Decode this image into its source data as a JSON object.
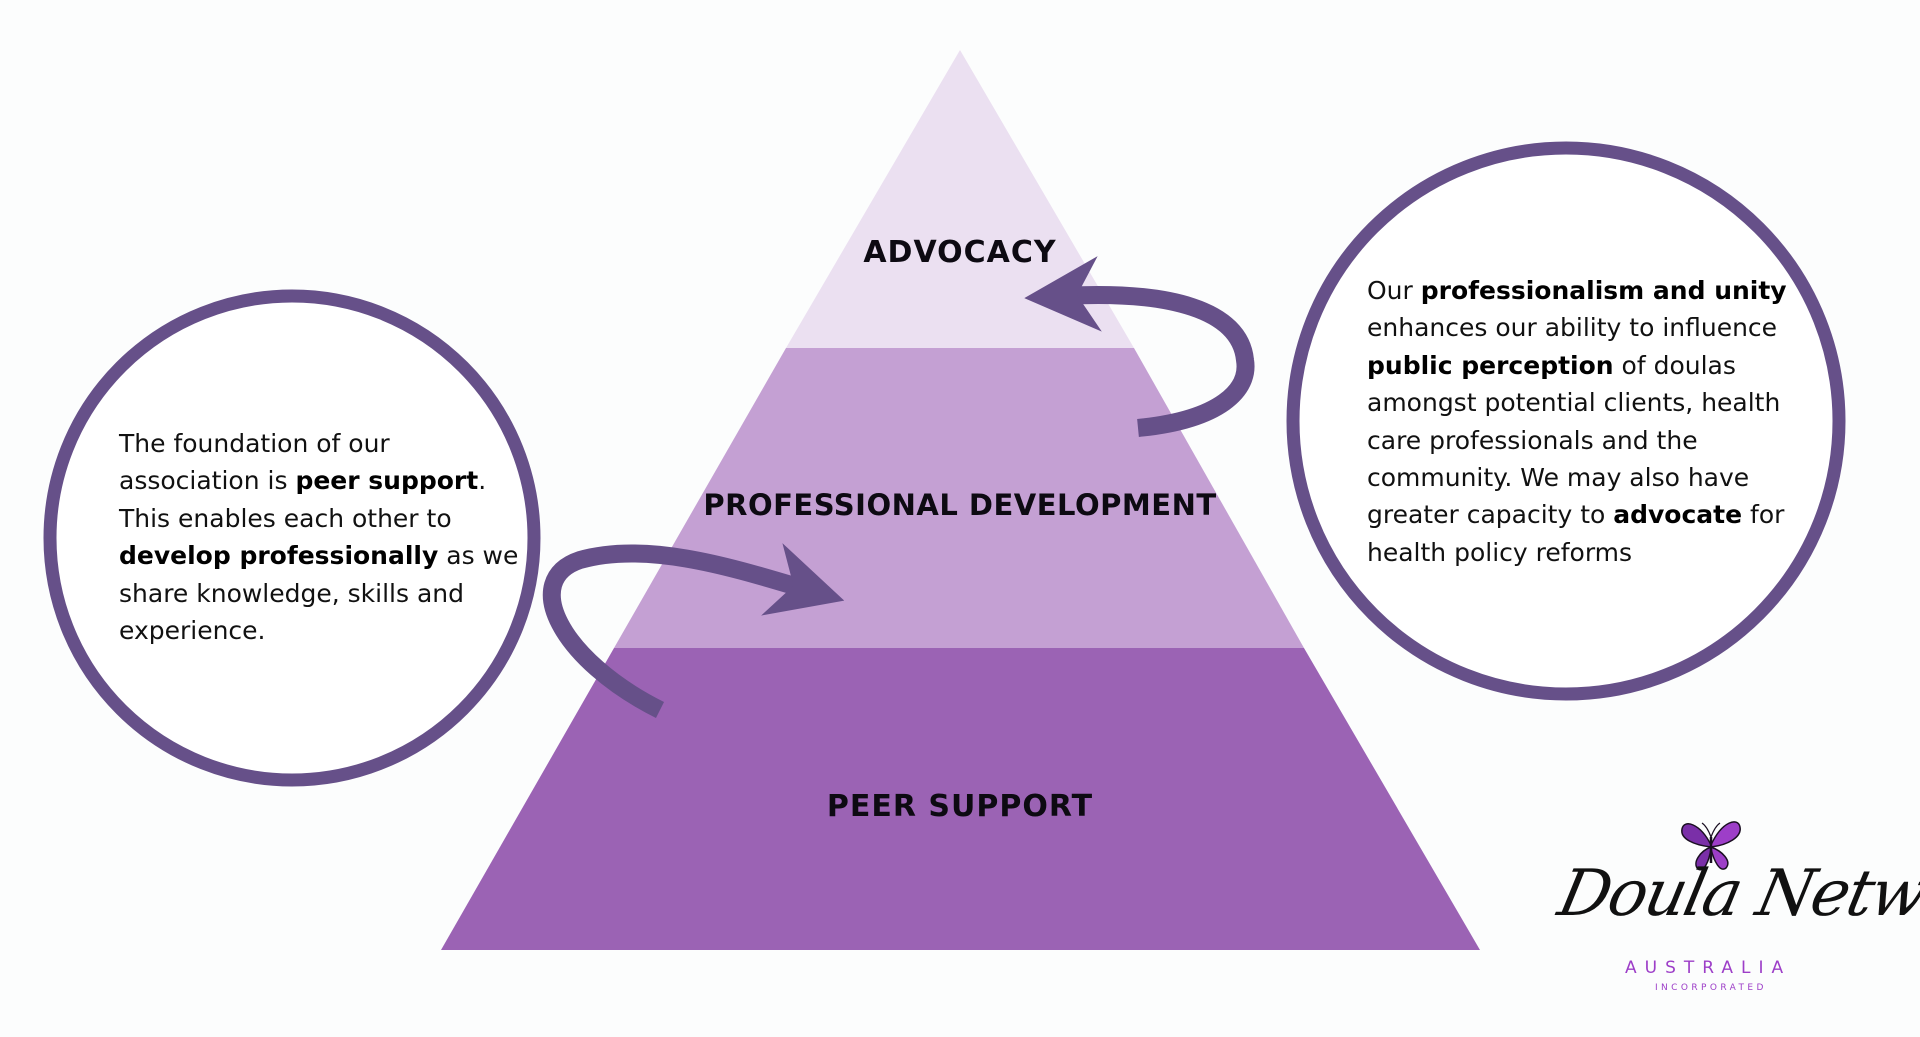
{
  "colors": {
    "background": "#fcfdfd",
    "tier_top": "#ebe0f1",
    "tier_middle": "#c4a0d3",
    "tier_bottom": "#9b63b4",
    "ring_and_arrows": "#665089",
    "label_text": "#0d0a12",
    "logo_accent": "#9d3ec8"
  },
  "pyramid": {
    "tiers": [
      {
        "id": "advocacy",
        "label": "ADVOCACY"
      },
      {
        "id": "professional-development",
        "label": "PROFESSIONAL DEVELOPMENT"
      },
      {
        "id": "peer-support",
        "label": "PEER SUPPORT"
      }
    ]
  },
  "left_callout": {
    "segments": [
      {
        "text": "The foundation of our association is ",
        "bold": false
      },
      {
        "text": "peer support",
        "bold": true
      },
      {
        "text": ". This enables each other to ",
        "bold": false
      },
      {
        "text": "develop professionally",
        "bold": true
      },
      {
        "text": " as we share knowledge, skills and experience.",
        "bold": false
      }
    ]
  },
  "right_callout": {
    "segments": [
      {
        "text": "Our ",
        "bold": false
      },
      {
        "text": "professionalism and unity",
        "bold": true
      },
      {
        "text": " enhances our ability to influence ",
        "bold": false
      },
      {
        "text": "public perception",
        "bold": true
      },
      {
        "text": " of doulas amongst potential clients, health care professionals and the community. We may also have greater capacity to ",
        "bold": false
      },
      {
        "text": "advocate",
        "bold": true
      },
      {
        "text": " for health policy reforms",
        "bold": false
      }
    ]
  },
  "logo": {
    "name": "Doula Network",
    "country": "AUSTRALIA",
    "subtitle": "INCORPORATED",
    "icon": "butterfly-icon"
  }
}
